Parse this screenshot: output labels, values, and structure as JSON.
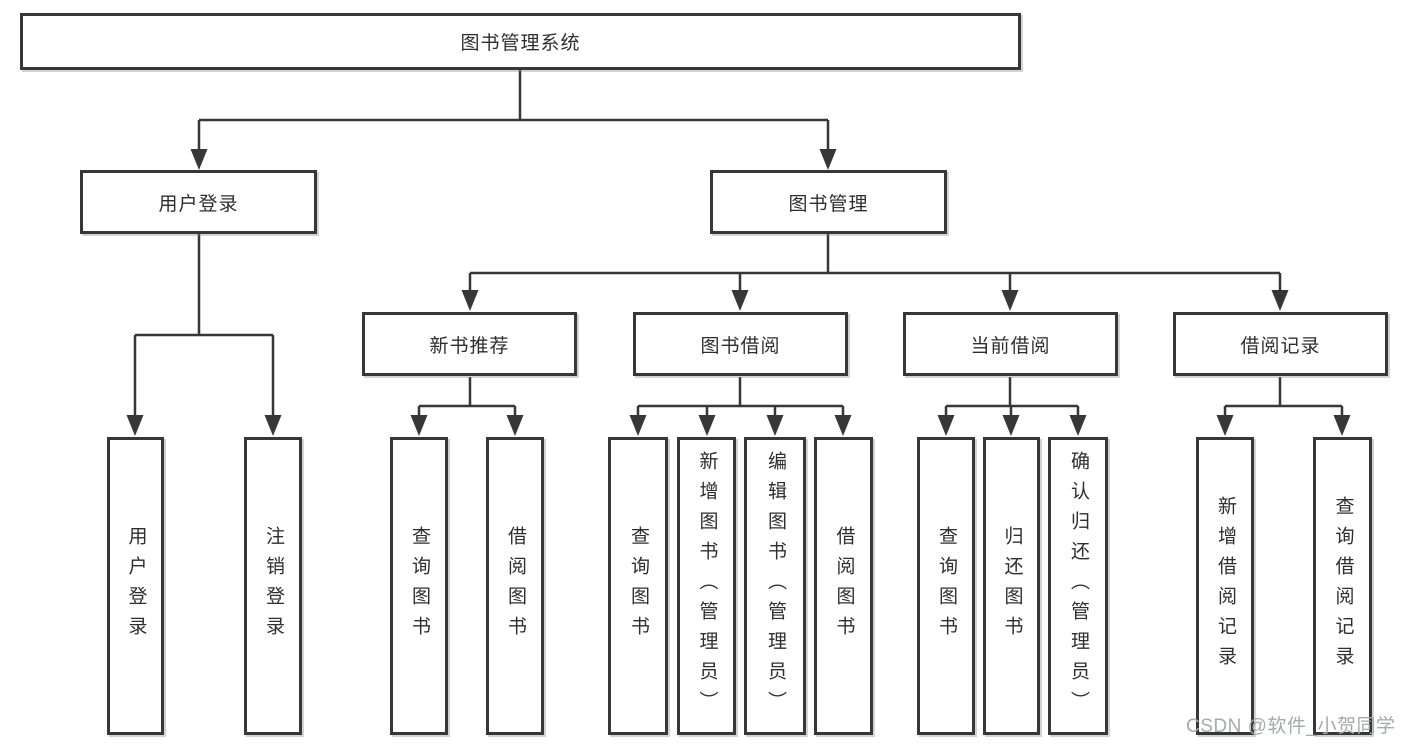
{
  "tree": {
    "root": {
      "label": "图书管理系统"
    },
    "level1": [
      {
        "label": "用户登录"
      },
      {
        "label": "图书管理"
      }
    ],
    "level2": [
      {
        "label": "新书推荐",
        "parent": "图书管理"
      },
      {
        "label": "图书借阅",
        "parent": "图书管理"
      },
      {
        "label": "当前借阅",
        "parent": "图书管理"
      },
      {
        "label": "借阅记录",
        "parent": "图书管理"
      }
    ],
    "leaf_groups": [
      {
        "parent": "用户登录",
        "items": [
          {
            "label": "用户登录"
          },
          {
            "label": "注销登录"
          }
        ]
      },
      {
        "parent": "新书推荐",
        "items": [
          {
            "label": "查询图书"
          },
          {
            "label": "借阅图书"
          }
        ]
      },
      {
        "parent": "图书借阅",
        "items": [
          {
            "label": "查询图书"
          },
          {
            "label": "新增图书（管理员）"
          },
          {
            "label": "编辑图书（管理员）"
          },
          {
            "label": "借阅图书"
          }
        ]
      },
      {
        "parent": "当前借阅",
        "items": [
          {
            "label": "查询图书"
          },
          {
            "label": "归还图书"
          },
          {
            "label": "确认归还（管理员）"
          }
        ]
      },
      {
        "parent": "借阅记录",
        "items": [
          {
            "label": "新增借阅记录"
          },
          {
            "label": "查询借阅记录"
          }
        ]
      }
    ]
  },
  "watermark": {
    "text": "CSDN @软件_小贺同学"
  },
  "colors": {
    "line": "#373737",
    "box_border": "#373737",
    "box_fill": "#ffffff",
    "text": "#2e2e2e",
    "watermark": "#a6a9ad",
    "background": "#ffffff"
  }
}
